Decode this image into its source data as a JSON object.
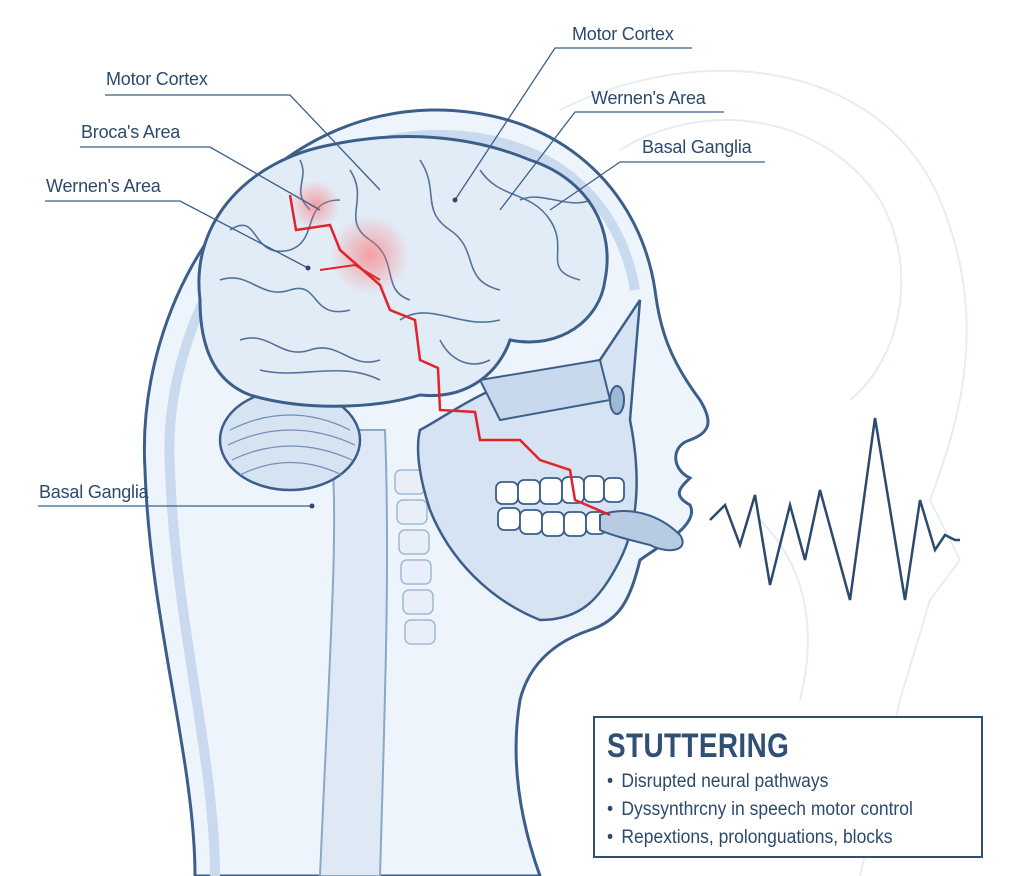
{
  "labels": {
    "left": {
      "motor_cortex": "Motor Cortex",
      "brocas_area": "Broca's Area",
      "wernens_area": "Wernen's Area",
      "basal_ganglia": "Basal Ganglia"
    },
    "right": {
      "motor_cortex": "Motor Cortex",
      "wernens_area": "Wernen's Area",
      "basal_ganglia": "Basal Ganglia"
    }
  },
  "info_box": {
    "title": "STUTTERING",
    "bullets": [
      "Disrupted neural pathways",
      "Dyssynthrcny in speech motor control",
      "Repextions, prolonguations, blocks"
    ]
  },
  "colors": {
    "ink": "#2c4a6e",
    "outline": "#3b5f8a",
    "fill": "#dce8f5",
    "signal": "#e0242a"
  }
}
